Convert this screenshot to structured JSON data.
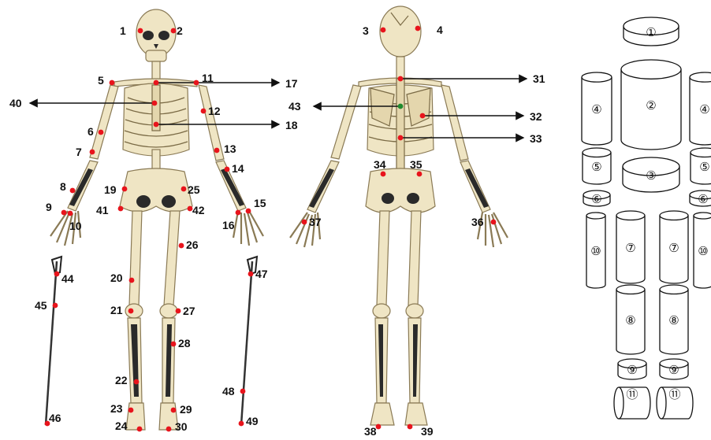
{
  "markers": {
    "front": [
      "1",
      "2",
      "5",
      "6",
      "7",
      "8",
      "9",
      "10",
      "11",
      "12",
      "13",
      "14",
      "15",
      "16",
      "17",
      "18",
      "19",
      "20",
      "21",
      "22",
      "23",
      "24",
      "25",
      "26",
      "27",
      "28",
      "29",
      "30",
      "40",
      "41",
      "42"
    ],
    "back": [
      "3",
      "4",
      "31",
      "32",
      "33",
      "34",
      "35",
      "36",
      "37",
      "38",
      "39",
      "43"
    ],
    "poles": [
      "44",
      "45",
      "46",
      "47",
      "48",
      "49"
    ]
  },
  "segments": [
    "①",
    "②",
    "③",
    "④",
    "④",
    "⑤",
    "⑤",
    "⑥",
    "⑥",
    "⑦",
    "⑦",
    "⑧",
    "⑧",
    "⑨",
    "⑨",
    "⑩",
    "⑩",
    "⑪",
    "⑪"
  ],
  "colors": {
    "marker": "#e8141c",
    "marker_sternum": "#1f8a2e",
    "bone": "#efe5c4",
    "outline": "#111111"
  }
}
